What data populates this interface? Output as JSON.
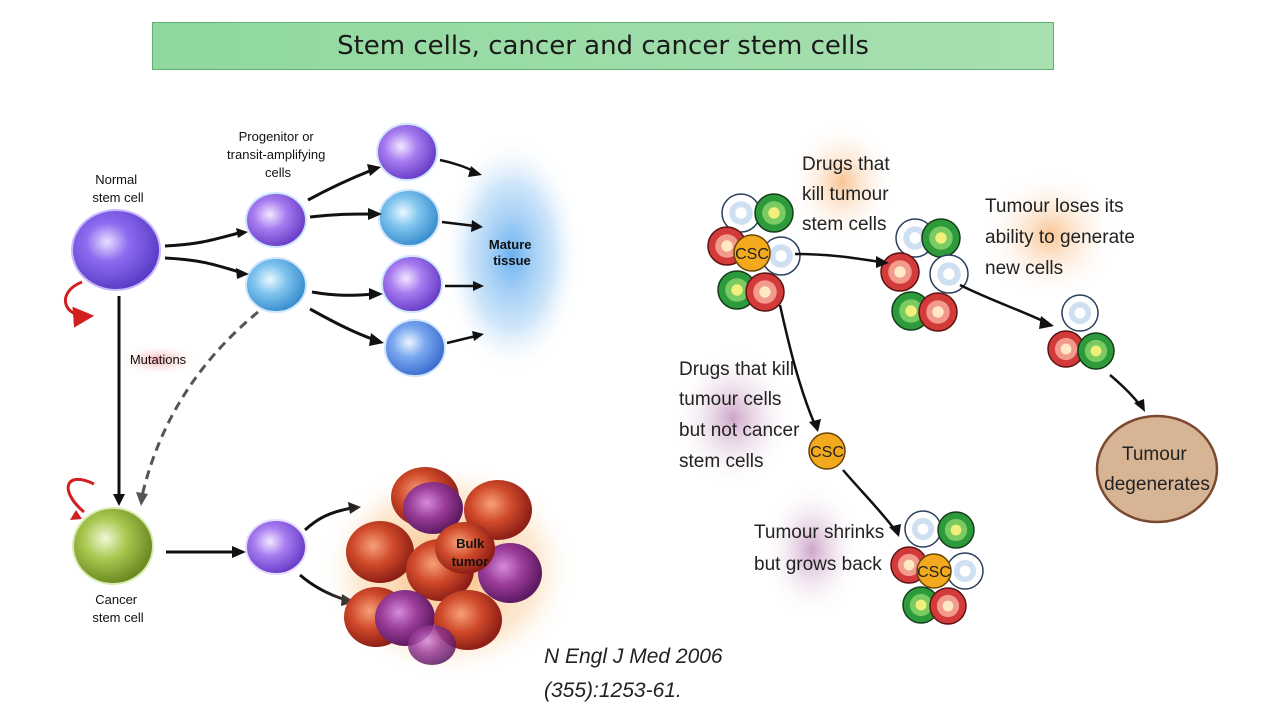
{
  "title": "Stem cells, cancer and cancer stem cells",
  "left_diagram": {
    "normal_stem_cell": [
      "Normal",
      "stem cell"
    ],
    "progenitor": [
      "Progenitor or",
      "transit-amplifying",
      "cells"
    ],
    "mature_tissue": [
      "Mature",
      "tissue"
    ],
    "mutations": "Mutations",
    "cancer_stem_cell": [
      "Cancer",
      "stem cell"
    ],
    "bulk_tumor": [
      "Bulk",
      "tumor"
    ]
  },
  "right_diagram": {
    "csc_label": "CSC",
    "drugs_kill_stem": [
      "Drugs that",
      "kill tumour",
      "stem cells"
    ],
    "loses_ability": [
      "Tumour loses its",
      "ability to generate",
      "new cells"
    ],
    "drugs_kill_tumour": [
      "Drugs that kill",
      "tumour cells",
      "but not cancer",
      "stem cells"
    ],
    "shrinks": [
      "Tumour shrinks",
      "but grows back"
    ],
    "degenerates": [
      "Tumour",
      "degenerates"
    ]
  },
  "citation": [
    "N Engl J Med 2006",
    "(355):1253-61."
  ]
}
